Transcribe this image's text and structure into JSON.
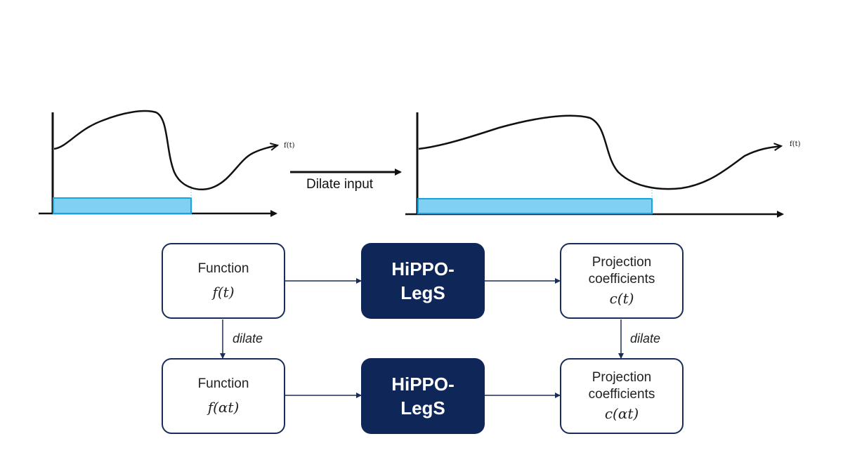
{
  "top": {
    "dilate_label": "Dilate input",
    "left_curve_label": "f(t)",
    "right_curve_label": "f(t)"
  },
  "row1": {
    "function_label": "Function",
    "function_math": "f(t)",
    "hippo_label_line1": "HiPPO-",
    "hippo_label_line2": "LegS",
    "projection_line1": "Projection",
    "projection_line2": "coefficients",
    "projection_math": "c(t)"
  },
  "row2": {
    "function_label": "Function",
    "function_math": "f(αt)",
    "hippo_label_line1": "HiPPO-",
    "hippo_label_line2": "LegS",
    "projection_line1": "Projection",
    "projection_line2": "coefficients",
    "projection_math": "c(αt)"
  },
  "edges": {
    "left_dilate": "dilate",
    "right_dilate": "dilate"
  },
  "colors": {
    "navy": "#0f2659",
    "box_border": "#1a2d5a",
    "window_fill": "#7fd0f2",
    "window_stroke": "#1aa3dd"
  }
}
